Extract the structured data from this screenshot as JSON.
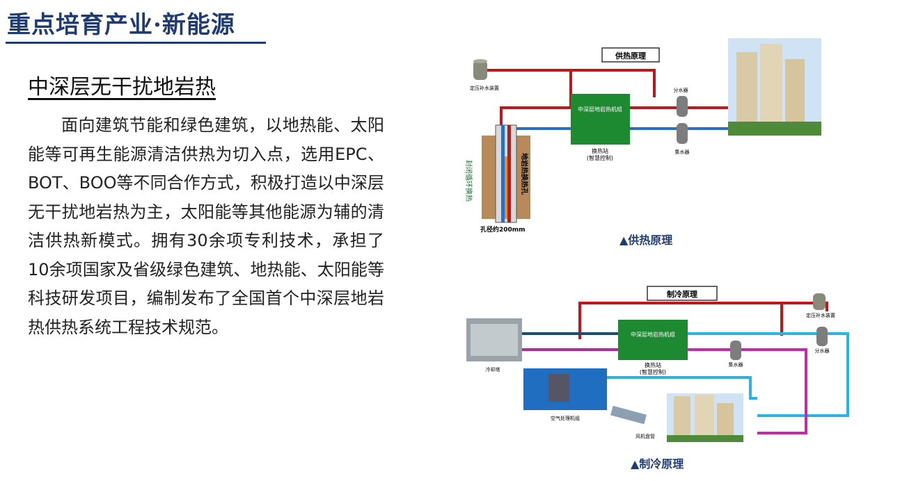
{
  "header": {
    "title": "重点培育产业·新能源"
  },
  "section": {
    "title": "中深层无干扰地岩热"
  },
  "body": {
    "paragraph": "面向建筑节能和绿色建筑，以地热能、太阳能等可再生能源清洁供热为切入点，选用EPC、BOT、BOO等不同合作方式，积极打造以中深层无干扰地岩热为主，太阳能等其他能源为辅的清洁供热新模式。拥有30余项专利技术，承担了10余项国家及省级绿色建筑、地热能、太阳能等科技研发项目，编制发布了全国首个中深层地岩热供热系统工程技术规范。"
  },
  "heating_diagram": {
    "title": "供热原理",
    "unit_label": "中深层地岩热机组",
    "station_label": "换热站",
    "station_sub": "(智慧控制)",
    "makeup_label": "定压补水装置",
    "distributor_label": "分水器",
    "collector_label": "集水器",
    "loop_label": "封闭循环换热",
    "hole_label": "地岩热换热孔",
    "diameter_label": "孔径约200mm",
    "caption": "▲供热原理"
  },
  "cooling_diagram": {
    "title": "制冷原理",
    "unit_label": "中深层地岩热机组",
    "station_label": "换热站",
    "station_sub": "(智慧控制)",
    "makeup_label": "定压补水装置",
    "distributor_label": "分水器",
    "collector_label": "集水器",
    "tower_label": "冷却塔",
    "ahu_label": "空气处理机组",
    "fancoil_label": "风机盘管",
    "caption": "▲制冷原理"
  }
}
